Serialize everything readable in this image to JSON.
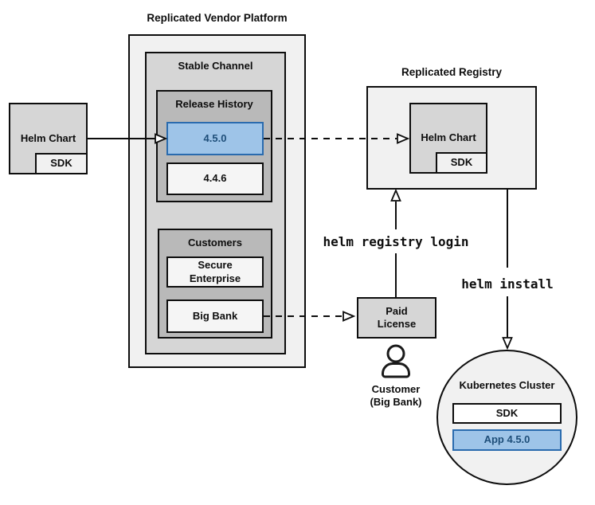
{
  "vendor_platform": {
    "title": "Replicated Vendor Platform",
    "stable_channel": {
      "label": "Stable Channel",
      "release_history": {
        "label": "Release History",
        "releases": [
          {
            "version": "4.5.0",
            "highlighted": true
          },
          {
            "version": "4.4.6",
            "highlighted": false
          }
        ]
      },
      "customers": {
        "label": "Customers",
        "items": [
          {
            "name": "Secure Enterprise"
          },
          {
            "name": "Big Bank"
          }
        ]
      }
    }
  },
  "source_chart": {
    "label": "Helm Chart",
    "sdk": "SDK"
  },
  "registry": {
    "title": "Replicated Registry",
    "chart_label": "Helm Chart",
    "sdk": "SDK"
  },
  "paid_license": {
    "label": "Paid License"
  },
  "customer": {
    "line1": "Customer",
    "line2": "(Big Bank)"
  },
  "kubernetes": {
    "title": "Kubernetes Cluster",
    "sdk": "SDK",
    "app": "App 4.5.0"
  },
  "commands": {
    "registry_login": "helm registry login",
    "install": "helm install"
  },
  "colors": {
    "highlight_fill": "#9ec4e8",
    "highlight_border": "#2a6bae",
    "highlight_text": "#1e4e79",
    "container_light": "#f1f1f1",
    "container_mid": "#d6d6d6",
    "container_dark": "#b9b9b9"
  }
}
